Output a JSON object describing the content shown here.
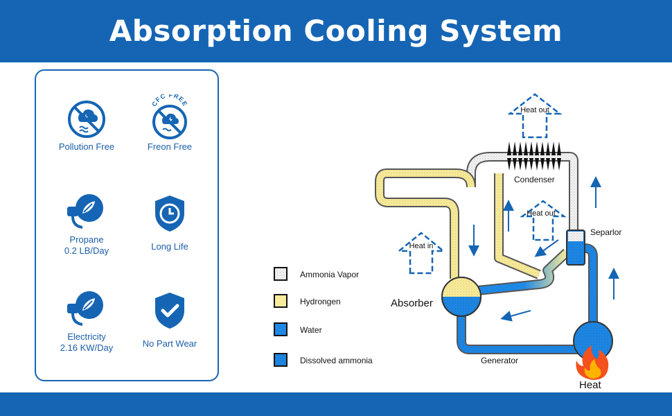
{
  "header": {
    "title": "Absorption Cooling System"
  },
  "features": [
    {
      "icon": "pollution-free-icon",
      "label": "Pollution Free"
    },
    {
      "icon": "cfc-free-icon",
      "badge": "CFC FREE",
      "label": "Freon Free"
    },
    {
      "icon": "plug-leaf-icon",
      "label_line1": "Propane",
      "label_line2": "0.2 LB/Day"
    },
    {
      "icon": "clock-shield-icon",
      "label": "Long Life"
    },
    {
      "icon": "plug-leaf-icon",
      "label_line1": "Electricity",
      "label_line2": "2.16 KW/Day"
    },
    {
      "icon": "check-shield-icon",
      "label": "No Part Wear"
    }
  ],
  "legend": [
    {
      "label": "Ammonia Vapor",
      "color": "#f2f2f2"
    },
    {
      "label": "Hydrongen",
      "color": "#f8ec9c"
    },
    {
      "label": "Water",
      "color": "#1e88e5"
    },
    {
      "label": "Dissolved ammonia",
      "color": "#1e88e5"
    }
  ],
  "diagram": {
    "heat_out_top": "Heat out",
    "condenser": "Condenser",
    "heat_out_mid": "Heat out",
    "separator": "Separlor",
    "heat_in": "Heat in",
    "absorber": "Absorber",
    "generator": "Generator",
    "heat": "Heat"
  },
  "colors": {
    "brand": "#1565b4",
    "water": "#1e88e5",
    "hydrogen": "#f8ec9c",
    "vapor": "#f2f2f2"
  }
}
